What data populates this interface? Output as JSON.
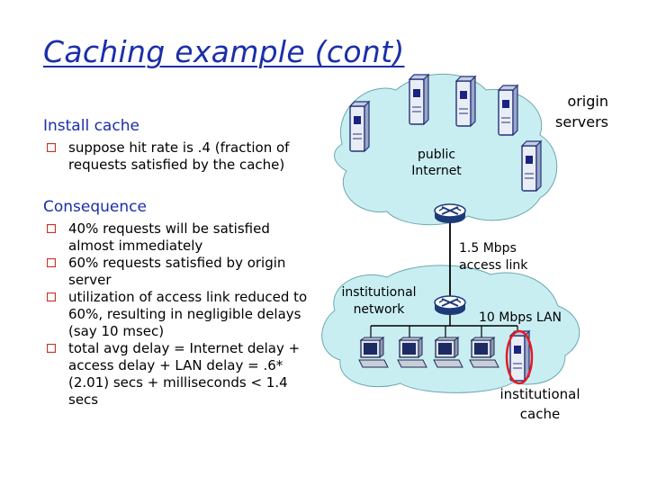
{
  "title": "Caching example (cont)",
  "install_heading": "Install cache",
  "install_bullets": [
    "suppose hit rate is .4 (fraction of requests satisfied by the cache)"
  ],
  "consequence_heading": "Consequence",
  "consequence_bullets": [
    "40% requests will be satisfied almost immediately",
    "60% requests satisfied by origin server",
    "utilization of access link reduced to 60%, resulting in negligible  delays (say 10 msec)",
    "total avg delay   = Internet delay + access delay + LAN delay   = .6*(2.01) secs  + milliseconds < 1.4 secs"
  ],
  "diagram": {
    "origin_servers_line1": "origin",
    "origin_servers_line2": "servers",
    "public_internet_line1": "public",
    "public_internet_line2": "Internet",
    "access_link_line1": "1.5 Mbps",
    "access_link_line2": "access link",
    "institutional_network_line1": "institutional",
    "institutional_network_line2": "network",
    "lan_label": "10 Mbps LAN",
    "cache_line1": "institutional",
    "cache_line2": "cache"
  },
  "colors": {
    "title": "#1b2fa8",
    "bullet": "#c0392b",
    "cloud_fill": "#c9eef2",
    "router": "#1d3b7a",
    "cache_highlight": "#e8191f"
  },
  "icons": [
    "checkbox-bullet-icon",
    "server-icon",
    "router-icon",
    "workstation-icon"
  ]
}
